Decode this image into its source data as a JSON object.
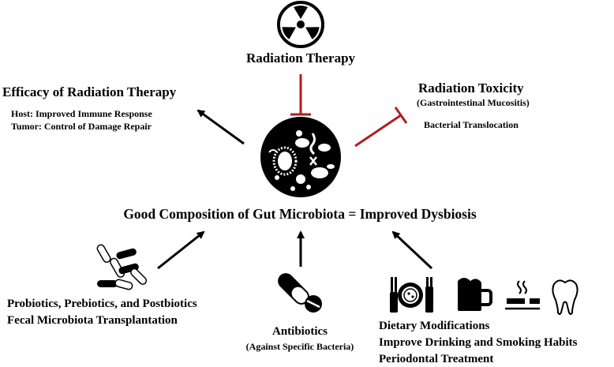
{
  "radiation_therapy": {
    "label": "Radiation Therapy",
    "icon": "radiation-symbol-icon"
  },
  "efficacy": {
    "title": "Efficacy of Radiation Therapy",
    "host": "Host: Improved Immune Response",
    "tumor": "Tumor: Control of Damage Repair"
  },
  "toxicity": {
    "title": "Radiation Toxicity",
    "subtitle": "(Gastrointestinal Mucositis)",
    "detail": "Bacterial Translocation"
  },
  "center": {
    "label": "Good Composition of Gut Microbiota = Improved Dysbiosis",
    "icon": "gut-microbiota-icon"
  },
  "probiotics": {
    "line1": "Probiotics, Prebiotics, and Postbiotics",
    "line2": "Fecal Microbiota Transplantation",
    "icon": "bacteria-icon"
  },
  "antibiotics": {
    "title": "Antibiotics",
    "subtitle": "(Against Specific Bacteria)",
    "icon": "pills-icon"
  },
  "lifestyle": {
    "line1": "Dietary Modifications",
    "line2": "Improve Drinking and Smoking Habits",
    "line3": "Periodontal Treatment",
    "icons": [
      "meal-plate-icon",
      "beer-mug-icon",
      "no-smoking-icon",
      "tooth-icon"
    ]
  },
  "colors": {
    "inhibit": "#b01e1e",
    "arrow": "#000000"
  }
}
